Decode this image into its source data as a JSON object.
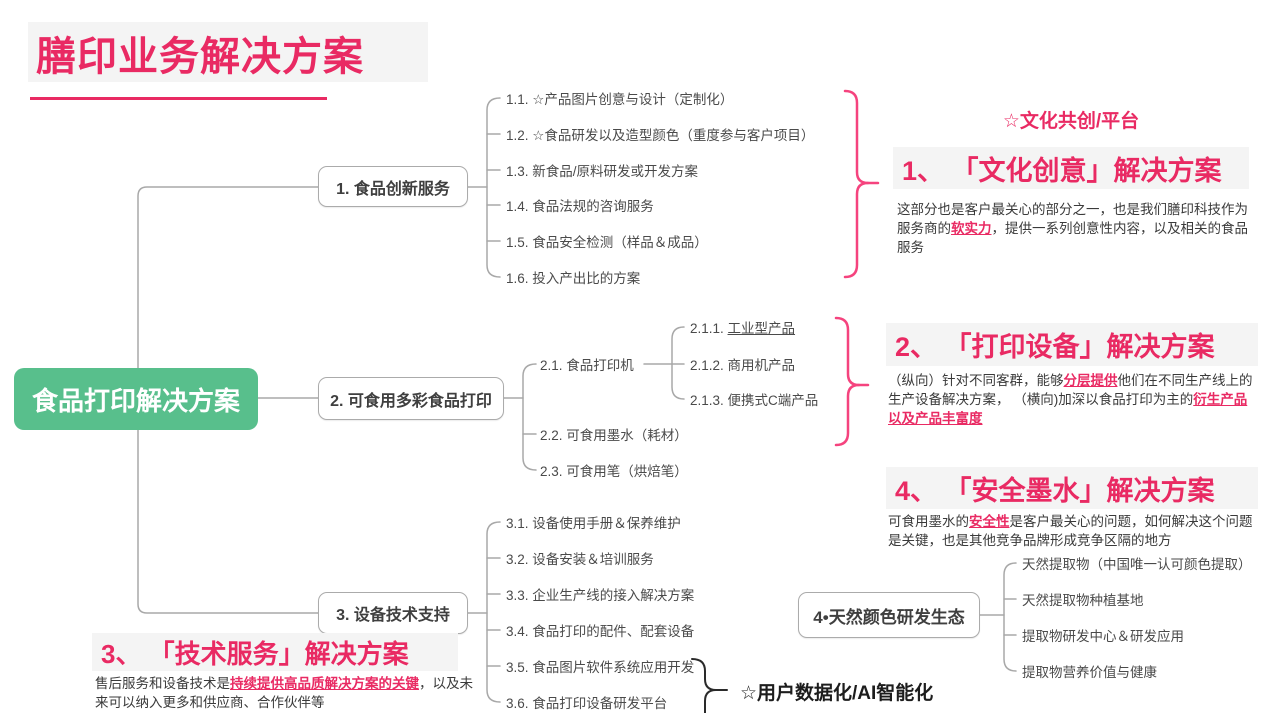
{
  "colors": {
    "accent": "#E92A63",
    "bracket_pink": "#F5437E",
    "root_green": "#58BF8C",
    "tree_line": "#A8A8A8",
    "node_text": "#3F3F3F",
    "item_text": "#4A4A4A",
    "header_bg": "#F4F4F4",
    "black_label": "#1D1D1D"
  },
  "title": {
    "text": "膳印业务解决方案"
  },
  "root": {
    "label": "食品打印解决方案"
  },
  "branches": {
    "b1": {
      "label": "1. 食品创新服务",
      "items": [
        "1.1. ☆产品图片创意与设计（定制化）",
        "1.2. ☆食品研发以及造型颜色（重度参与客户项目）",
        "1.3. 新食品/原料研发或开发方案",
        "1.4. 食品法规的咨询服务",
        "1.5. 食品安全检测（样品＆成品）",
        "1.6. 投入产出比的方案"
      ]
    },
    "b2": {
      "label": "2. 可食用多彩食品打印",
      "items": [
        "2.1. 食品打印机",
        "2.2. 可食用墨水（耗材）",
        "2.3. 可食用笔（烘焙笔）"
      ],
      "subitems": [
        {
          "prefix": "2.1.1. ",
          "text": "工业型产品",
          "underline": true
        },
        {
          "prefix": "2.1.2. ",
          "text": "商用机产品",
          "underline": false
        },
        {
          "prefix": "2.1.3. ",
          "text": "便携式C端产品",
          "underline": false
        }
      ]
    },
    "b3": {
      "label": "3. 设备技术支持",
      "items": [
        "3.1. 设备使用手册＆保养维护",
        "3.2. 设备安装＆培训服务",
        "3.3. 企业生产线的接入解决方案",
        "3.4. 食品打印的配件、配套设备",
        "3.5. 食品图片软件系统应用开发",
        "3.6. 食品打印设备研发平台"
      ]
    },
    "b4": {
      "label": "4•天然颜色研发生态",
      "items": [
        "天然提取物（中国唯一认可颜色提取）",
        "天然提取物种植基地",
        "提取物研发中心＆研发应用",
        "提取物营养价值与健康"
      ]
    }
  },
  "sections": {
    "s1": {
      "tag": "☆文化共创/平台",
      "header": "1、 「文化创意」解决方案",
      "para": [
        {
          "t": "这部分也是客户最关心的部分之一，也是我们膳印科技作为服务商的",
          "hl": false
        },
        {
          "t": "软实力",
          "hl": true
        },
        {
          "t": "，提供一系列创意性内容，以及相关的食品服务",
          "hl": false
        }
      ]
    },
    "s2": {
      "header": "2、 「打印设备」解决方案",
      "para": [
        {
          "t": "（纵向）针对不同客群，能够",
          "hl": false
        },
        {
          "t": "分层提供",
          "hl": true
        },
        {
          "t": "他们在不同生产线上的生产设备解决方案， （横向)加深以食品打印为主的",
          "hl": false
        },
        {
          "t": "衍生产品以及产品丰富度",
          "hl": true
        }
      ]
    },
    "s4": {
      "header": "4、 「安全墨水」解决方案",
      "para": [
        {
          "t": "可食用墨水的",
          "hl": false
        },
        {
          "t": "安全性",
          "hl": true
        },
        {
          "t": "是客户最关心的问题，如何解决这个问题是关键，也是其他竞争品牌形成竞争区隔的地方",
          "hl": false
        }
      ]
    },
    "s3": {
      "header": "3、 「技术服务」解决方案",
      "para": [
        {
          "t": "售后服务和设备技术是",
          "hl": false
        },
        {
          "t": "持续提供高品质解决方案的关键",
          "hl": true
        },
        {
          "t": "，以及未来可以纳入更多和供应商、合作伙伴等",
          "hl": false
        }
      ]
    }
  },
  "annotations": {
    "user_data": "☆用户数据化/AI智能化"
  }
}
